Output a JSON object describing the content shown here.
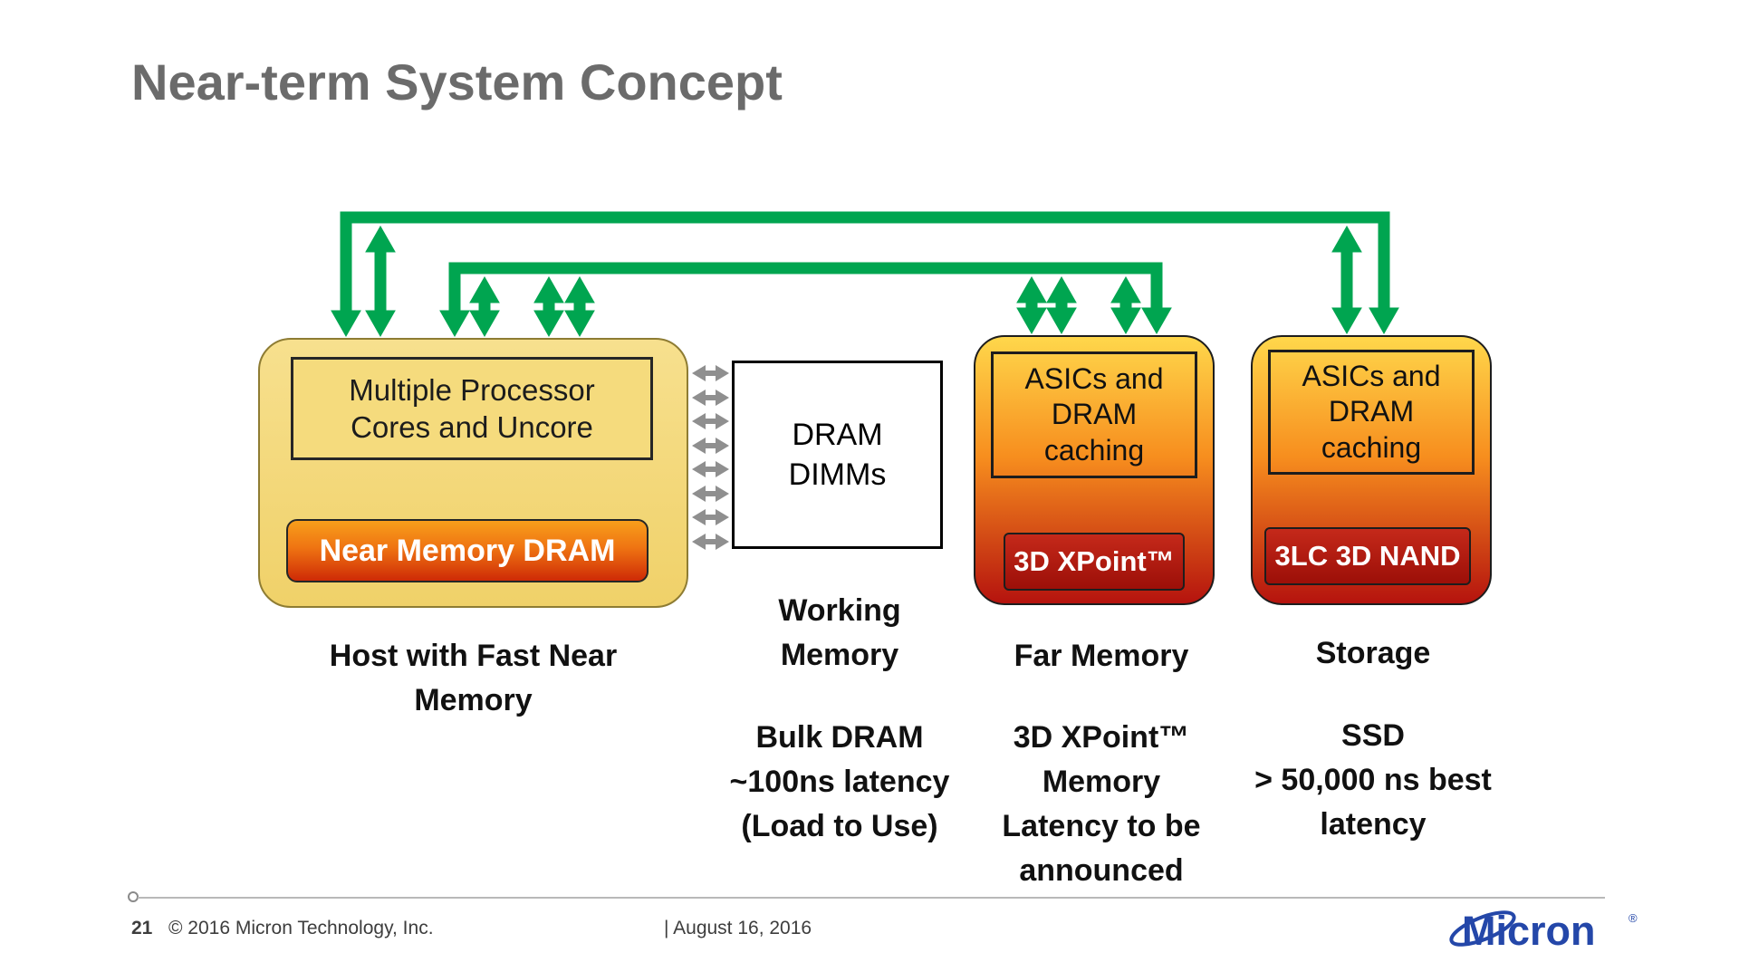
{
  "slide": {
    "title": "Near-term System Concept",
    "footer": {
      "page_number": "21",
      "copyright": "© 2016 Micron Technology, Inc.",
      "date": "| August 16, 2016",
      "logo_text": "Micron",
      "logo_reg_mark": "®"
    }
  },
  "diagram": {
    "host": {
      "processor_label": "Multiple Processor\nCores and Uncore",
      "near_memory_label": "Near Memory DRAM",
      "caption": "Host with Fast Near\nMemory"
    },
    "working_memory": {
      "box_label": "DRAM\nDIMMs",
      "caption": "Working\nMemory",
      "detail": "Bulk DRAM\n~100ns latency\n(Load to Use)"
    },
    "far_memory": {
      "caching_label": "ASICs and\nDRAM\ncaching",
      "media_label": "3D XPoint™",
      "caption": "Far Memory",
      "detail": "3D XPoint™\nMemory\nLatency to be\nannounced"
    },
    "storage": {
      "caching_label": "ASICs and\nDRAM\ncaching",
      "media_label": "3LC 3D NAND",
      "caption": "Storage",
      "detail": "SSD\n> 50,000 ns best\nlatency"
    },
    "colors": {
      "bus_green": "#00A550",
      "arrow_gray": "#8F8F8F",
      "gradient_yellow": "#FFD74B",
      "gradient_orange": "#F78E1E",
      "gradient_red": "#B5130E",
      "host_yellow": "#F5DB7D",
      "micron_blue": "#2447A9"
    }
  }
}
